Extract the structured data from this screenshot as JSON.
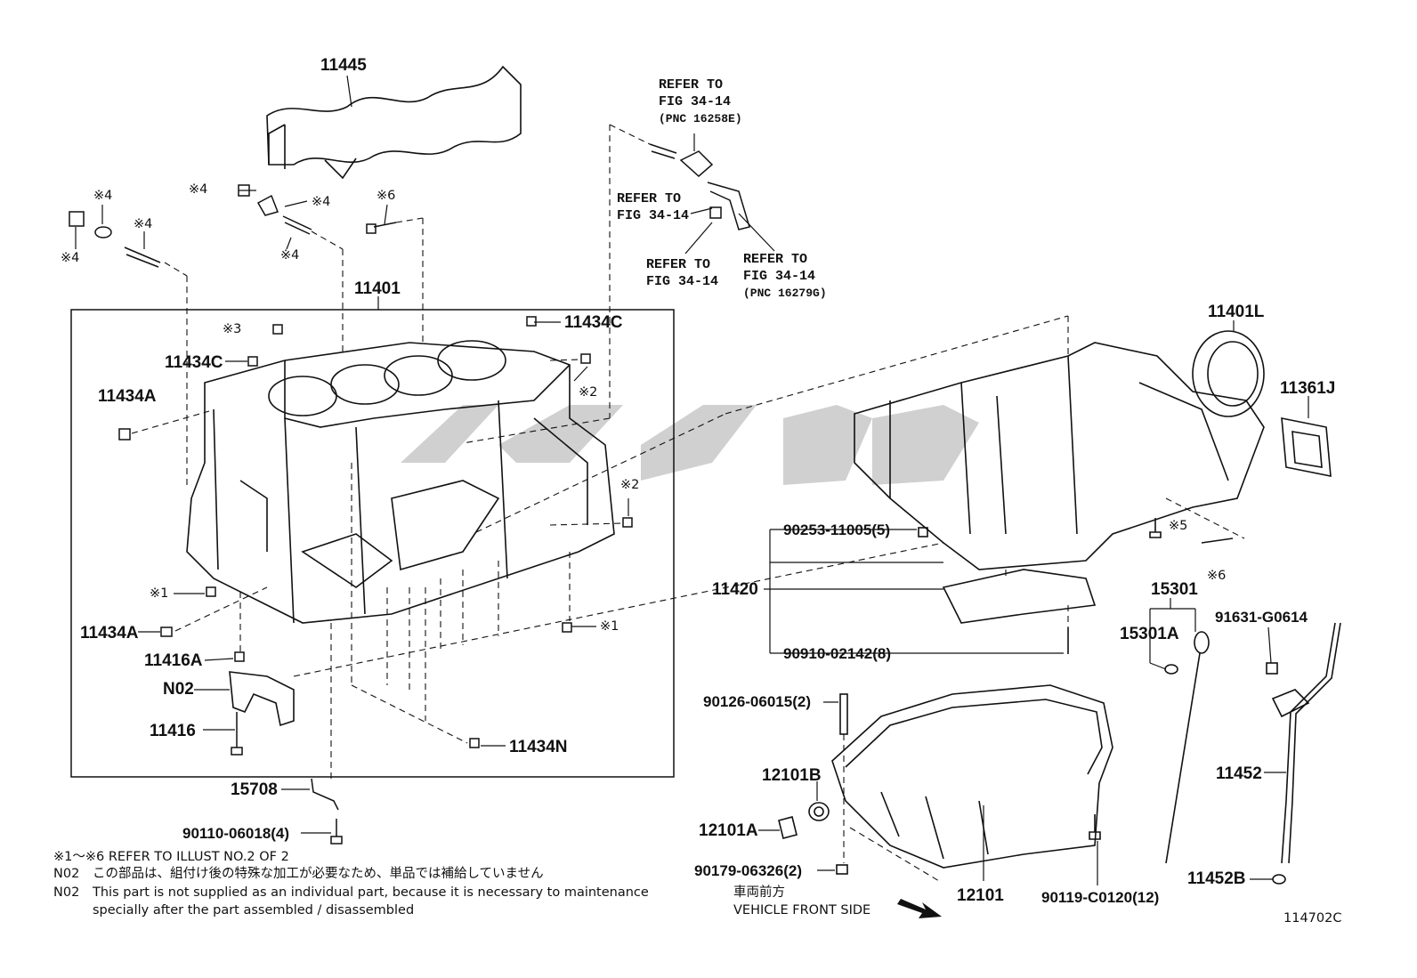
{
  "labels": {
    "p11445": "11445",
    "p11401": "11401",
    "p11434C_top": "11434C",
    "p11434C_left": "11434C",
    "p11434A_left": "11434A",
    "p11434A_bottom": "11434A",
    "p11416A": "11416A",
    "pN02": "N02",
    "p11416": "11416",
    "p11434N": "11434N",
    "p15708": "15708",
    "p90110": "90110-06018(4)",
    "p11401L": "11401L",
    "p11361J": "11361J",
    "p90253": "90253-11005(5)",
    "p11420": "11420",
    "p90910": "90910-02142(8)",
    "p15301": "15301",
    "p15301A": "15301A",
    "p91631": "91631-G0614",
    "p90126": "90126-06015(2)",
    "p12101B": "12101B",
    "p12101A": "12101A",
    "p90179": "90179-06326(2)",
    "p12101": "12101",
    "p90119": "90119-C0120(12)",
    "p11452": "11452",
    "p11452B": "11452B"
  },
  "marks": {
    "m4a": "※4",
    "m4b": "※4",
    "m4c": "※4",
    "m4d": "※4",
    "m4e": "※4",
    "m4f": "※4",
    "m6a": "※6",
    "m3": "※3",
    "m2a": "※2",
    "m2b": "※2",
    "m1a": "※1",
    "m1b": "※1",
    "m5": "※5",
    "m6b": "※6"
  },
  "refers": {
    "r1_l1": "REFER TO",
    "r1_l2": "FIG 34-14",
    "r1_l3": "(PNC 16258E)",
    "r2_l1": "REFER TO",
    "r2_l2": "FIG 34-14",
    "r3_l1": "REFER TO",
    "r3_l2": "FIG 34-14",
    "r4_l1": "REFER TO",
    "r4_l2": "FIG 34-14",
    "r4_l3": "(PNC 16279G)"
  },
  "notes": {
    "n1": "※1～※6 REFER TO ILLUST NO.2 OF 2",
    "n2_code": "N02",
    "n2_text": "この部品は、組付け後の特殊な加工が必要なため、単品では補給していません",
    "n3_code": "N02",
    "n3_text": "This part is not supplied as an individual part, because it is necessary to maintenance",
    "n3_text2": "specially after the part assembled / disassembled",
    "front_jp": "車両前方",
    "front_en": "VEHICLE FRONT SIDE",
    "figure_id": "114702C"
  }
}
